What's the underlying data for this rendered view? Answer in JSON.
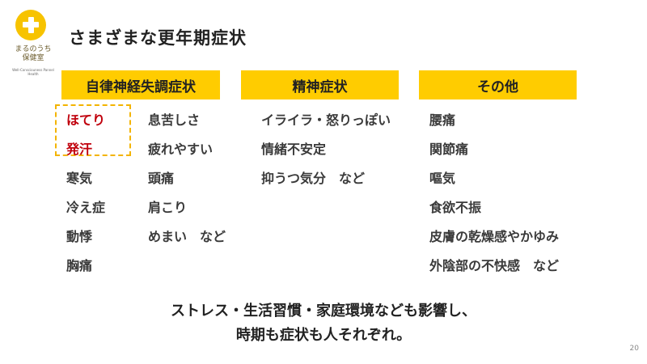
{
  "logo": {
    "text_line1": "まるのうち",
    "text_line2": "保健室",
    "subtext": "Well-Consciouness Pannel Health"
  },
  "title": "さまざまな更年期症状",
  "columns": [
    {
      "header": "自律神経失調症状",
      "items": [
        "ほてり",
        "発汗",
        "寒気",
        "冷え症",
        "動悸",
        "胸痛",
        "息苦しさ",
        "疲れやすい",
        "頭痛",
        "肩こり",
        "めまい　など"
      ]
    },
    {
      "header": "精神症状",
      "items": [
        "イライラ・怒りっぽい",
        "情緒不安定",
        "抑うつ気分　など"
      ]
    },
    {
      "header": "その他",
      "items": [
        "腰痛",
        "関節痛",
        "嘔気",
        "食欲不振",
        "皮膚の乾燥感やかゆみ",
        "外陰部の不快感　など"
      ]
    }
  ],
  "footer": {
    "line1": "ストレス・生活習慣・家庭環境なども影響し、",
    "line2": "時期も症状も人それぞれ。"
  },
  "page_number": "20",
  "colors": {
    "accent": "#ffcc00",
    "highlight_text": "#c0000c",
    "dashed_box": "#f3b400"
  }
}
